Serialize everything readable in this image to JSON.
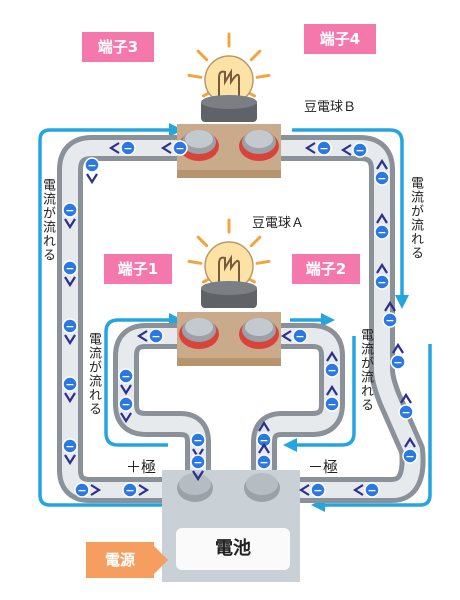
{
  "labels": {
    "terminal_1": "端子1",
    "terminal_2": "端子2",
    "terminal_3": "端子3",
    "terminal_4": "端子4",
    "bulb_a": "豆電球Ａ",
    "bulb_b": "豆電球Ｂ",
    "current_flows": "電流が流れる",
    "plus_pole": "＋極",
    "minus_pole": "－極",
    "battery": "電池",
    "power_source": "電源"
  },
  "electron_symbol": "−",
  "colors": {
    "wire_dark": "#8a9198",
    "wire_light": "#e7eaed",
    "flow_arrow": "#25a5e0",
    "electron": "#2a78e0",
    "electron_arrow": "#2c2f8f",
    "terminal_tag": "#f478ac",
    "power_tag": "#f59e60",
    "battery_case": "#c9d1d6",
    "socket": "#c9aa8a",
    "bulb": "#fde2a6"
  }
}
